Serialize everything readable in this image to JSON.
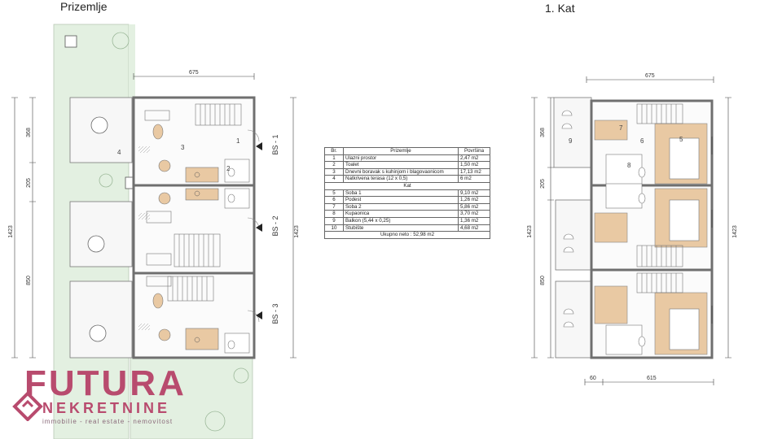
{
  "titles": {
    "ground": "Prizemlje",
    "first": "1. Kat"
  },
  "dimensions": {
    "ground_width": "675",
    "ground_side_368": "368",
    "ground_side_205": "205",
    "ground_side_850": "850",
    "ground_total_left": "1423",
    "ground_total_right": "1423",
    "first_width": "675",
    "first_side_368": "368",
    "first_side_205": "205",
    "first_side_850": "850",
    "first_total_left": "1423",
    "first_total_right": "1423",
    "first_bottom_60": "60",
    "first_bottom_615": "615"
  },
  "units": [
    "BS - 1",
    "BS - 2",
    "BS - 3"
  ],
  "room_numbers": {
    "ground": [
      "1",
      "2",
      "3",
      "4"
    ],
    "first": [
      "5",
      "6",
      "7",
      "8",
      "9"
    ]
  },
  "table": {
    "headers": [
      "Br.",
      "Prizemlje",
      "Površina"
    ],
    "rows_ground": [
      [
        "1",
        "Ulazni prostor",
        "2,47 m2"
      ],
      [
        "2",
        "Toalet",
        "1,50 m2"
      ],
      [
        "3",
        "Dnevni boravak s kuhinjom i blagovaonicom",
        "17,13 m2"
      ],
      [
        "4",
        "Natkrivena terasa (12 x 0,5)",
        "6 m2"
      ]
    ],
    "section_kat": "Kat",
    "rows_first": [
      [
        "5",
        "Soba 1",
        "9,10 m2"
      ],
      [
        "6",
        "Podest",
        "1,26 m2"
      ],
      [
        "7",
        "Soba 2",
        "5,86 m2"
      ],
      [
        "8",
        "Kupaonica",
        "3,70 m2"
      ],
      [
        "9",
        "Balkon (5,44 x 0,25)",
        "1,36 m2"
      ],
      [
        "10",
        "Stubište",
        "4,68 m2"
      ]
    ],
    "total": "Ukupno neto : 52,98 m2"
  },
  "logo": {
    "main": "FUTURA",
    "sub": "NEKRETNINE",
    "tagline": "immobilie - real estate - nemovitost"
  },
  "colors": {
    "garden": "#e3f0e1",
    "wall": "#6f6f6f",
    "wood_floor": "#e9c9a3",
    "logo": "#b84b6e"
  }
}
